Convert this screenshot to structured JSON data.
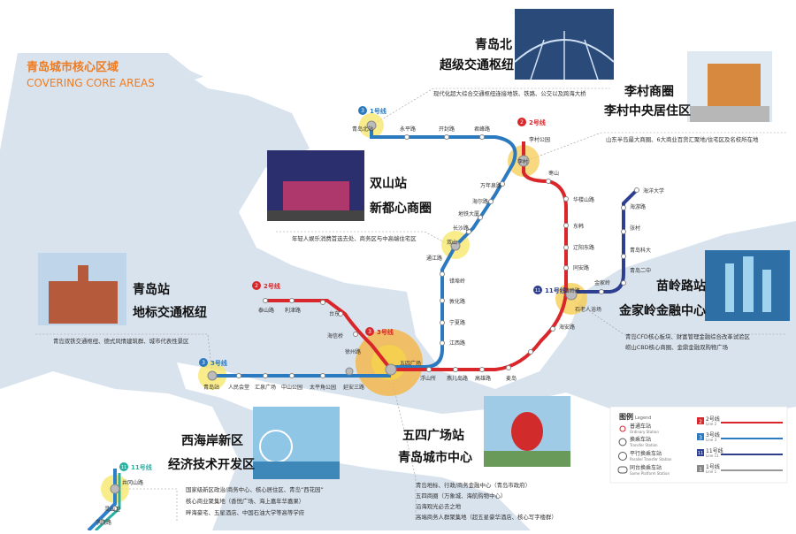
{
  "header": {
    "title_cn": "青岛城市核心区域",
    "title_en": "COVERING CORE AREAS"
  },
  "colors": {
    "line1": "#2d7fc7",
    "line2": "#d9262a",
    "line3": "#2b79bf",
    "line11": "#2e3f8f",
    "orange": "#f07b1e",
    "sea": "#d9e3ee",
    "land": "#ffffff"
  },
  "line_labels": {
    "l1_top": "1号线",
    "l2_top": "2号线",
    "l2_left": "2号线",
    "l3_mid": "3号线",
    "l3_left": "3号线",
    "l11_right": "11号线",
    "l11_bottom": "11号线"
  },
  "stations": {
    "qingdao_north": "青岛北站",
    "yongping": "永平路",
    "kaifeng": "开封路",
    "junfeng": "君峰路",
    "licun": "李村",
    "licun_park": "李村公园",
    "wannianquan": "万年泉路",
    "haiwan": "海尔路",
    "dichuang": "地铁大厦",
    "changsha": "长沙路",
    "shuangshan": "双山",
    "tongjiang": "通江路",
    "jiangxi_mid": "错埠岭",
    "dunhua": "敦化路",
    "ningxia": "宁夏路",
    "jiangxi": "江西路",
    "zaoshan": "枣山",
    "huacheng": "华楼山路",
    "dongxi": "东韩",
    "liaoyang": "辽阳东路",
    "xinjiang": "同安路",
    "miaoling": "苗岭路",
    "shilao": "石老人浴场",
    "haian": "海安路",
    "wusi": "五四广场",
    "fushan": "浮山所",
    "yanerdao": "燕儿岛路",
    "gaoxiong": "高雄路",
    "luoshan": "麦岛",
    "qingdao_sta": "青岛站",
    "renmin": "人民会堂",
    "huiquan": "汇泉广场",
    "zhongshan_park": "中山公园",
    "taiping": "太平角公园",
    "yanan": "延安三路",
    "xuzhou": "徐州路",
    "taishan": "泰山路",
    "lizhang": "利津路",
    "xiaogang": "台东",
    "haixin": "海信桥",
    "jingmen": "苗岭路",
    "jinjialing": "金家岭",
    "haishangtiao": "海游路",
    "zhangcun": "张村",
    "qingdao_univ": "青岛科大",
    "chenjia": "青岛二中",
    "hanyang": "海洋大学",
    "xiaoshan": "井冈山路",
    "qianjin": "灵山卫",
    "xiaojiang": "学院路"
  },
  "callouts": {
    "north": {
      "name": "青岛北",
      "subtitle": "超级交通枢纽",
      "desc": "现代化超大综合交通枢纽连接地铁、铁路、公交以及跨海大桥"
    },
    "licun": {
      "name": "李村商圈",
      "subtitle": "李村中央居住区",
      "desc": "山东半岛最大商圈、6大商业百货汇聚地/住宅区及名校所在地"
    },
    "shuangshan": {
      "name": "双山站",
      "subtitle": "新都心商圈",
      "desc": "年轻人娱乐消费首选去处、商务区与中高端住宅区"
    },
    "qingdao": {
      "name": "青岛站",
      "subtitle": "地标交通枢纽",
      "desc": "青岛双铁交通枢纽、德式风情建筑群、城市代表性景区"
    },
    "miaoling": {
      "name": "苗岭路站",
      "subtitle": "金家岭金融中心",
      "desc1": "青岛CFD核心板块、财富管理金融综合改革试验区",
      "desc2": "崂山CBD核心商圈、金鼎金融双购物广场"
    },
    "westcoast": {
      "name": "西海岸新区",
      "subtitle": "经济技术开发区",
      "desc1": "国家级新区政治/商务中心、核心居住区、青岛“西花园”",
      "desc2": "核心商业聚集地（香悦广场、海上嘉年华嘉果）",
      "desc3": "畔海豪宅、五星酒店、中国石油大学等高等学府"
    },
    "wusi": {
      "name": "五四广场站",
      "subtitle": "青岛城市中心",
      "desc1": "青岛地标、行政/商务金融中心（青岛市政府）",
      "desc2": "五四商圈（万象城、海航购物中心）",
      "desc3": "沿海观光必去之地",
      "desc4": "高端商务人群聚集地（超五星豪华酒店、核心写字楼群）"
    }
  },
  "legend": {
    "title": "图例",
    "title_en": "Legend",
    "items": [
      "普通车站",
      "换乘车站",
      "平行换乘车站",
      "同台换乘车站"
    ],
    "items_en": [
      "Ordinary Station",
      "Transfer Station",
      "Parallel Transfer Station",
      "Same Platform Station"
    ],
    "lines": [
      "2号线",
      "3号线",
      "11号线",
      "1号线"
    ],
    "lines_en": [
      "Line 2",
      "Line 3",
      "Line 11",
      "Line 1"
    ]
  }
}
